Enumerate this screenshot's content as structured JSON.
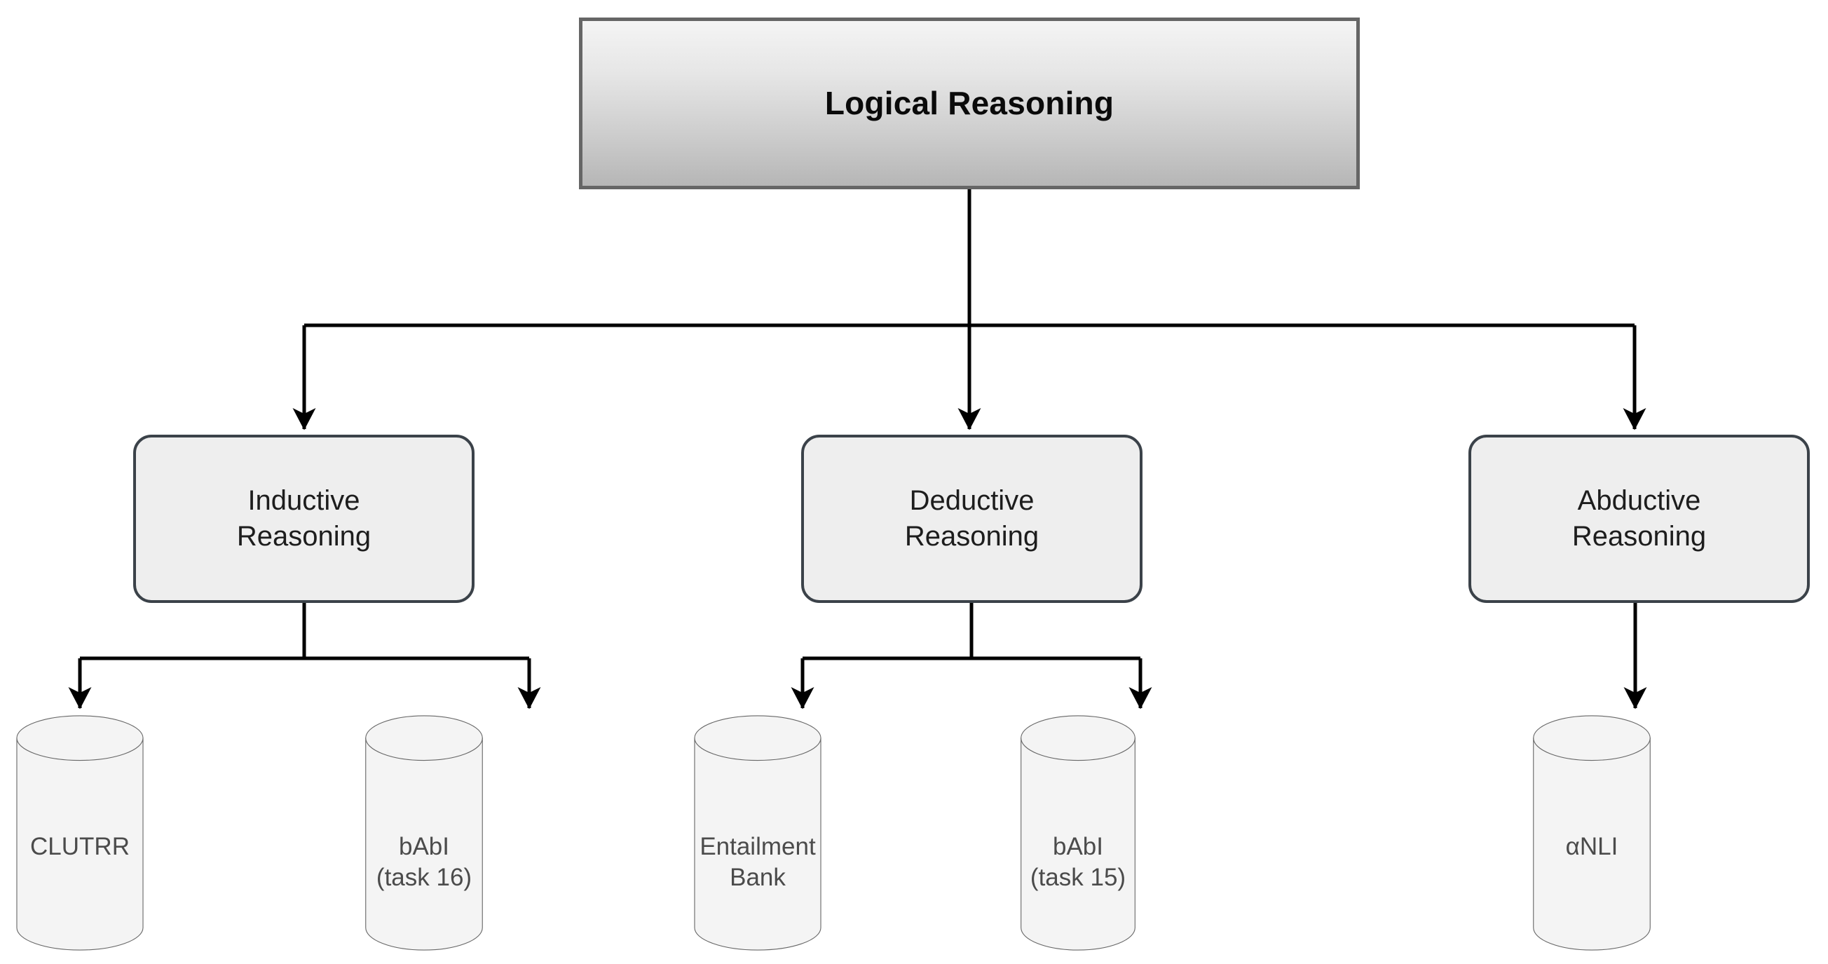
{
  "diagram": {
    "title": "Logical Reasoning",
    "root": {
      "label": "Logical Reasoning",
      "shape": "rectangle",
      "fill_top": "#f4f4f4",
      "fill_bottom": "#b6b6b6",
      "border": "#666666",
      "text_color": "#0a0a0a"
    },
    "categories": [
      {
        "label": "Inductive\nReasoning",
        "shape": "rounded-rectangle",
        "fill": "#eeeeee",
        "border": "#3b4249"
      },
      {
        "label": "Deductive\nReasoning",
        "shape": "rounded-rectangle",
        "fill": "#eeeeee",
        "border": "#3b4249"
      },
      {
        "label": "Abductive\nReasoning",
        "shape": "rounded-rectangle",
        "fill": "#eeeeee",
        "border": "#3b4249"
      }
    ],
    "datasets": [
      {
        "label": "CLUTRR",
        "parent": "Inductive Reasoning",
        "shape": "cylinder",
        "fill": "#f4f4f4",
        "border": "#666666"
      },
      {
        "label": "bAbI\n(task 16)",
        "parent": "Inductive Reasoning",
        "shape": "cylinder",
        "fill": "#f4f4f4",
        "border": "#666666"
      },
      {
        "label": "Entailment\nBank",
        "parent": "Deductive Reasoning",
        "shape": "cylinder",
        "fill": "#f4f4f4",
        "border": "#666666"
      },
      {
        "label": "bAbI\n(task 15)",
        "parent": "Deductive Reasoning",
        "shape": "cylinder",
        "fill": "#f4f4f4",
        "border": "#666666"
      },
      {
        "label": "αNLI",
        "parent": "Abductive Reasoning",
        "shape": "cylinder",
        "fill": "#f4f4f4",
        "border": "#666666"
      }
    ],
    "edges": {
      "style": "orthogonal",
      "arrowhead": "filled-triangle",
      "color": "#000000",
      "connections": [
        {
          "from": "Logical Reasoning",
          "to": "Inductive Reasoning"
        },
        {
          "from": "Logical Reasoning",
          "to": "Deductive Reasoning"
        },
        {
          "from": "Logical Reasoning",
          "to": "Abductive Reasoning"
        },
        {
          "from": "Inductive Reasoning",
          "to": "CLUTRR"
        },
        {
          "from": "Inductive Reasoning",
          "to": "bAbI (task 16)"
        },
        {
          "from": "Deductive Reasoning",
          "to": "Entailment Bank"
        },
        {
          "from": "Deductive Reasoning",
          "to": "bAbI (task 15)"
        },
        {
          "from": "Abductive Reasoning",
          "to": "αNLI"
        }
      ]
    }
  }
}
